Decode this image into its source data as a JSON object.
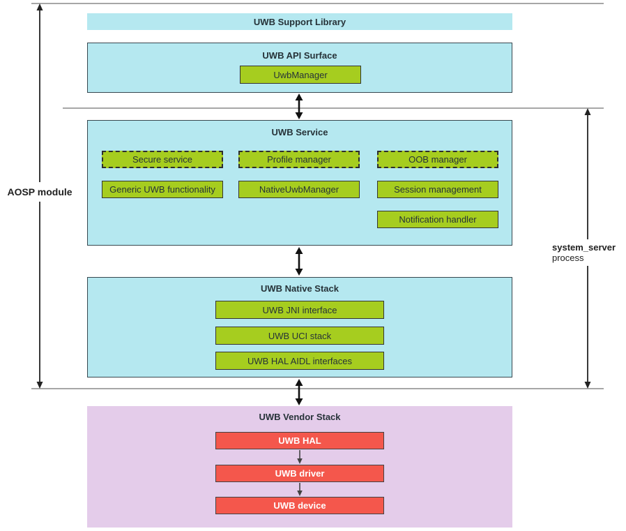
{
  "side_labels": {
    "aosp_module": "AOSP module",
    "system_server": "system_server",
    "process": "process"
  },
  "layers": {
    "support_library": {
      "title": "UWB Support Library"
    },
    "api_surface": {
      "title": "UWB API Surface",
      "children": [
        {
          "label": "UwbManager"
        }
      ]
    },
    "service": {
      "title": "UWB Service",
      "boxes": [
        {
          "label": "Secure service",
          "style": "dashed"
        },
        {
          "label": "Profile manager",
          "style": "dashed"
        },
        {
          "label": "OOB manager",
          "style": "dashed"
        },
        {
          "label": "Generic UWB functionality",
          "style": "solid"
        },
        {
          "label": "NativeUwbManager",
          "style": "solid"
        },
        {
          "label": "Session management",
          "style": "solid"
        },
        {
          "label": "Notification handler",
          "style": "solid"
        }
      ]
    },
    "native_stack": {
      "title": "UWB Native Stack",
      "children": [
        {
          "label": "UWB JNI interface"
        },
        {
          "label": "UWB UCI stack"
        },
        {
          "label": "UWB HAL AIDL interfaces"
        }
      ]
    },
    "vendor_stack": {
      "title": "UWB Vendor Stack",
      "children": [
        {
          "label": "UWB HAL"
        },
        {
          "label": "UWB driver"
        },
        {
          "label": "UWB device"
        }
      ]
    }
  },
  "colors": {
    "cyan_layer": "#b5e8f0",
    "green_box": "#a6cd1f",
    "purple_layer": "#e4ccea",
    "red_box": "#f4574c",
    "separator_line": "#a7a7a7",
    "arrow": "#111111",
    "text_dark": "#263238",
    "text_on_red": "#ffffff"
  }
}
